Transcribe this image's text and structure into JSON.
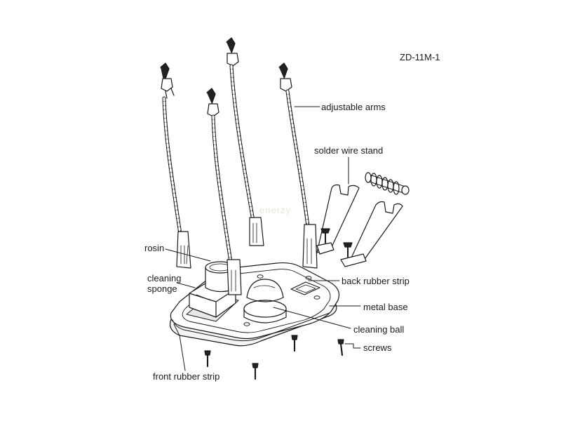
{
  "model_code": "ZD-11M-1",
  "watermark": "enerzy",
  "labels": {
    "adjustable_arms": "adjustable arms",
    "solder_wire_stand": "solder wire stand",
    "rosin": "rosin",
    "cleaning_sponge_line1": "cleaning",
    "cleaning_sponge_line2": "sponge",
    "back_rubber_strip": "back rubber strip",
    "metal_base": "metal base",
    "cleaning_ball": "cleaning ball",
    "screws": "screws",
    "front_rubber_strip": "front rubber strip"
  },
  "colors": {
    "line": "#1a1a1a",
    "fill": "#ffffff",
    "shade": "#cfcfcf"
  }
}
